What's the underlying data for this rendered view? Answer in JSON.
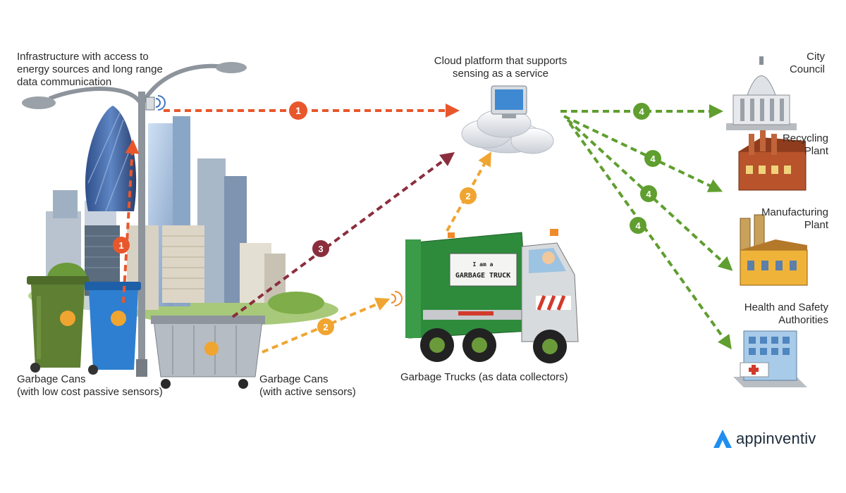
{
  "labels": {
    "infrastructure": [
      "Infrastructure with access to",
      "energy sources and long range",
      "data communication"
    ],
    "cloud": [
      "Cloud platform that supports",
      "sensing as a service"
    ],
    "city_council": [
      "City",
      "Council"
    ],
    "recycling": [
      "Recycling",
      "Plant"
    ],
    "manufacturing": [
      "Manufacturing",
      "Plant"
    ],
    "health": [
      "Health and Safety",
      "Authorities"
    ],
    "cans_passive": [
      "Garbage Cans",
      "(with low cost passive sensors)"
    ],
    "cans_active": [
      "Garbage Cans",
      "(with active sensors)"
    ],
    "trucks": "Garbage Trucks (as data collectors)",
    "truck_sign": [
      "I am a",
      "GARBAGE TRUCK"
    ]
  },
  "steps": [
    "1",
    "1",
    "2",
    "2",
    "3",
    "4",
    "4",
    "4",
    "4"
  ],
  "brand": "appinventiv",
  "colors": {
    "step1": "#e8572c",
    "step2": "#f0a531",
    "step3": "#8a2e3d",
    "step4": "#5f9e2f"
  }
}
